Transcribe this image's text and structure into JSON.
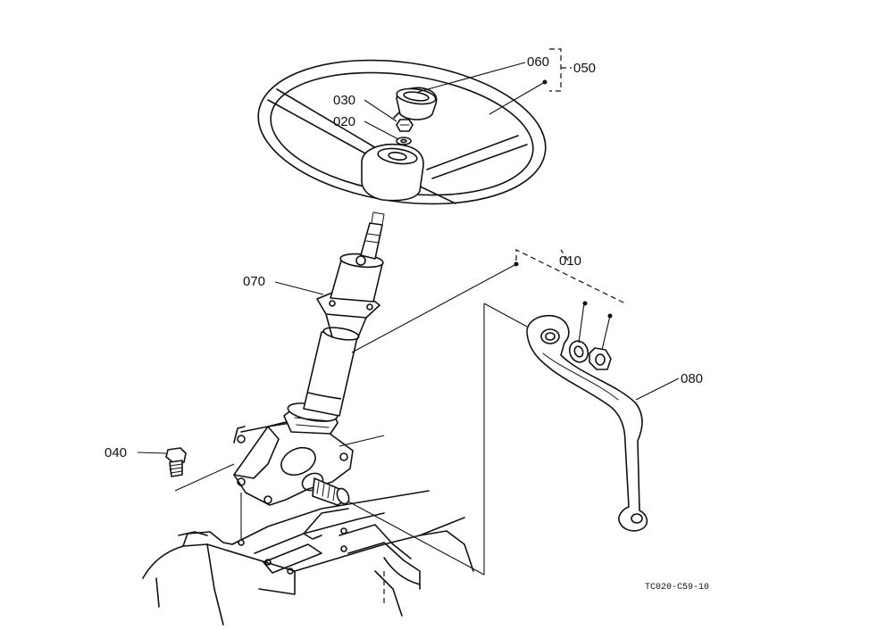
{
  "callouts": {
    "p010": "010",
    "p020": "020",
    "p030": "030",
    "p040": "040",
    "p050": "050",
    "p060": "060",
    "p070": "070",
    "p080": "080"
  },
  "reference_code": "TC020-C59-10",
  "colors": {
    "ink": "#111111",
    "paper": "#ffffff"
  }
}
